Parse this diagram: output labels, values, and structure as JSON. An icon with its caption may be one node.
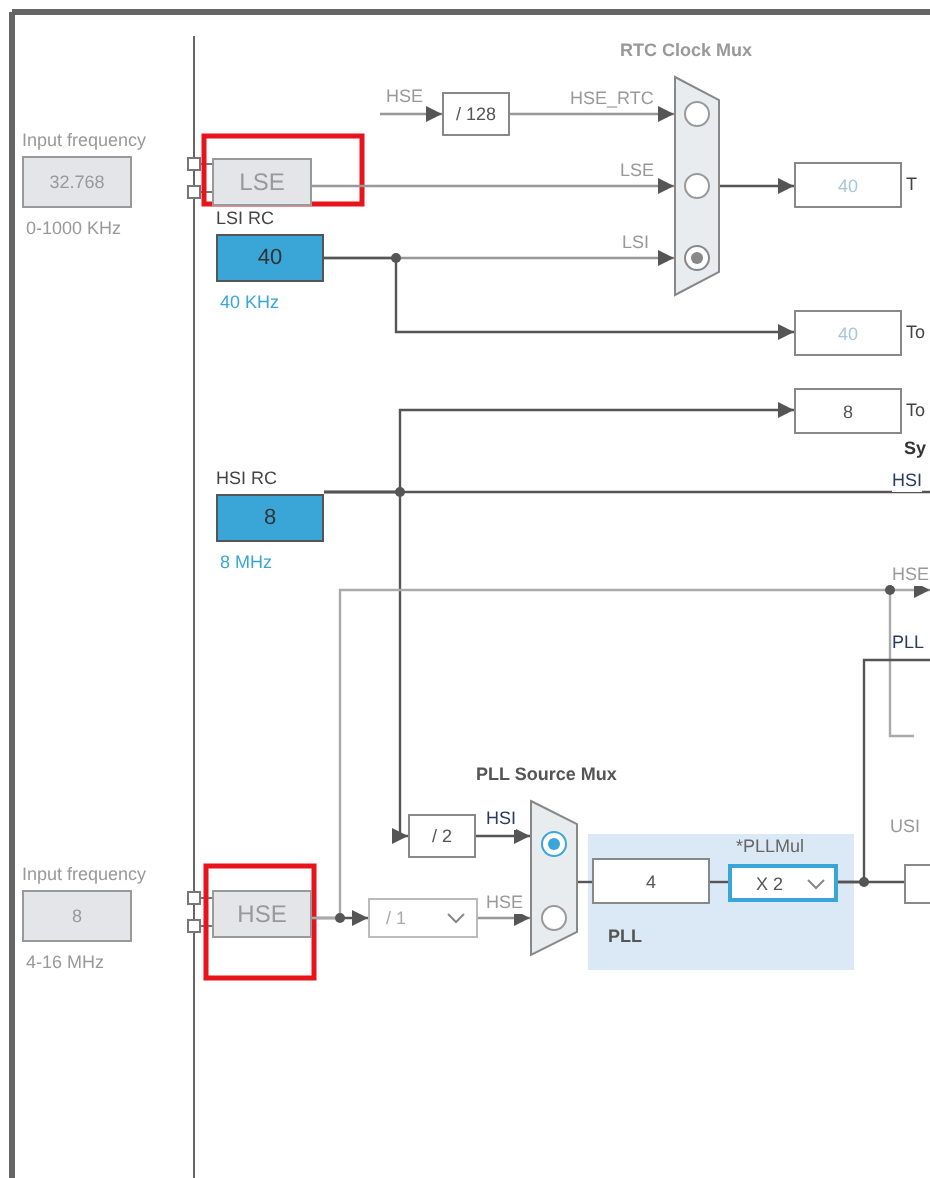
{
  "diagram": {
    "nodes": [
      {
        "text": [
          "Input frequency",
          "32.768"
        ],
        "beside": [
          "0-1000 KHz"
        ]
      },
      {
        "text": [
          "LSE"
        ]
      },
      {
        "text": [
          "LSI RC",
          "40"
        ],
        "beside": [
          "40 KHz"
        ]
      },
      {
        "text": [
          "HSI RC",
          "8"
        ],
        "beside": [
          "8 MHz"
        ]
      },
      {
        "text": [
          "Input frequency",
          "8"
        ],
        "beside": [
          "4-16 MHz"
        ]
      },
      {
        "text": [
          "HSE"
        ]
      },
      {
        "text": [
          "/ 128"
        ]
      },
      {
        "text": [
          "RTC Clock Mux"
        ]
      },
      {
        "text": [
          "40"
        ],
        "beside": [
          "T"
        ]
      },
      {
        "text": [
          "40"
        ],
        "beside": [
          "To"
        ]
      },
      {
        "text": [
          "8"
        ],
        "beside": [
          "To"
        ]
      },
      {
        "text": [
          "/ 2"
        ]
      },
      {
        "text": [
          "/ 1"
        ]
      },
      {
        "text": [
          "PLL Source Mux"
        ]
      },
      {
        "text": [
          "PLL"
        ]
      },
      {
        "text": [
          "4"
        ],
        "in": 14
      },
      {
        "text": [
          "*PLLMul",
          "X 2"
        ],
        "in": 14
      },
      {
        "text": [],
        "shape": "box",
        "beside": [
          "USI"
        ]
      }
    ],
    "edges": [
      {
        "from": null,
        "to": 6,
        "arrow": "to",
        "label": "HSE"
      },
      {
        "from": 6,
        "to": 7,
        "arrow": "to",
        "label": "HSE_RTC"
      },
      {
        "from": 1,
        "to": 7,
        "arrow": "to",
        "label": "LSE"
      },
      {
        "from": 2,
        "to": 7,
        "arrow": "to",
        "label": "LSI"
      },
      {
        "from": 7,
        "to": 8,
        "arrow": "to"
      },
      {
        "from": 2,
        "to": 9,
        "arrow": "to"
      },
      {
        "from": 3,
        "to": 10,
        "arrow": "to"
      },
      {
        "from": 3,
        "to": null,
        "arrow": "none",
        "label": "HSI"
      },
      {
        "from": 3,
        "to": 11,
        "arrow": "to"
      },
      {
        "from": 11,
        "to": 13,
        "arrow": "to",
        "label": "HSI"
      },
      {
        "from": 5,
        "to": 12,
        "arrow": "to"
      },
      {
        "from": 12,
        "to": 13,
        "arrow": "to",
        "label": "HSE"
      },
      {
        "from": 5,
        "to": null,
        "arrow": "to",
        "label": "HSE"
      },
      {
        "from": 13,
        "to": 15,
        "arrow": "none"
      },
      {
        "from": 15,
        "to": 16,
        "arrow": "none"
      },
      {
        "from": 16,
        "to": 17,
        "arrow": "none"
      },
      {
        "from": 16,
        "to": null,
        "arrow": "none",
        "label": "PLL"
      }
    ],
    "labels": [
      "Sy"
    ]
  }
}
